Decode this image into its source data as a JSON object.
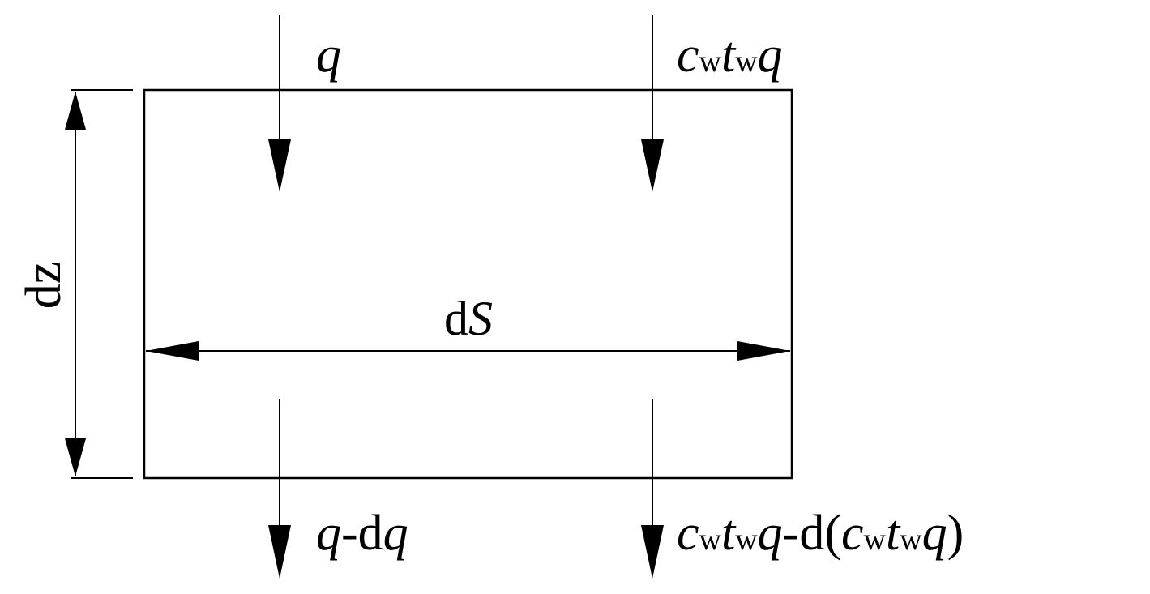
{
  "labels": {
    "q_in": {
      "main": "q"
    },
    "heat_in": {
      "c": "c",
      "cs": "w",
      "t": "t",
      "ts": "w",
      "q": "q"
    },
    "dz": "dz",
    "dS": {
      "d": "d",
      "s": "S"
    },
    "q_out": {
      "q": "q",
      "minus": "-d",
      "dq": "q"
    },
    "heat_out": {
      "c": "c",
      "cs": "w",
      "t": "t",
      "ts": "w",
      "q": "q",
      "minus_d": "-d(",
      "c2": "c",
      "cs2": "w",
      "t2": "t",
      "ts2": "w",
      "q2": "q",
      "close": ")"
    }
  },
  "colors": {
    "stroke": "#000000",
    "background": "#ffffff"
  }
}
